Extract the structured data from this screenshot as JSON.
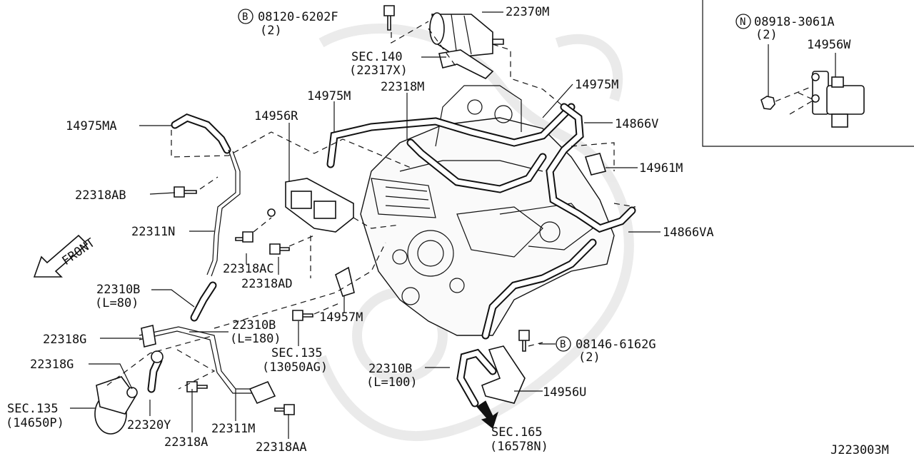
{
  "diagram_id": "J223003M",
  "inset": {
    "note_prefix": "N",
    "note_number": "08918-3061A",
    "note_qty": "(2)",
    "part": "14956W"
  },
  "labels": {
    "p22370M": "22370M",
    "bolt_top_prefix": "B",
    "bolt_top_number": "08120-6202F",
    "bolt_top_qty": "(2)",
    "sec140": "SEC.140",
    "sec140_ref": "(22317X)",
    "p22318M": "22318M",
    "p14975M_a": "14975M",
    "p14975M_b": "14975M",
    "p14956R": "14956R",
    "p14975MA": "14975MA",
    "p14866V": "14866V",
    "p14961M": "14961M",
    "p14866VA": "14866VA",
    "p22318AB": "22318AB",
    "p22311N": "22311N",
    "front": "FRONT",
    "p22318AC": "22318AC",
    "p22318AD": "22318AD",
    "p22310B_a": "22310B",
    "p22310B_a_len": "(L=80)",
    "p22310B_b": "22310B",
    "p22310B_b_len": "(L=180)",
    "p14957M": "14957M",
    "sec135_a": "SEC.135",
    "sec135_a_ref": "(13050AG)",
    "p22318G_a": "22318G",
    "p22318G_b": "22318G",
    "bolt_mid_prefix": "B",
    "bolt_mid_number": "08146-6162G",
    "bolt_mid_qty": "(2)",
    "p22310B_c": "22310B",
    "p22310B_c_len": "(L=100)",
    "p14956U": "14956U",
    "sec135_b": "SEC.135",
    "sec135_b_ref": "(14650P)",
    "p22320Y": "22320Y",
    "p22311M": "22311M",
    "p22318A": "22318A",
    "p22318AA": "22318AA",
    "sec165": "SEC.165",
    "sec165_ref": "(16578N)"
  }
}
